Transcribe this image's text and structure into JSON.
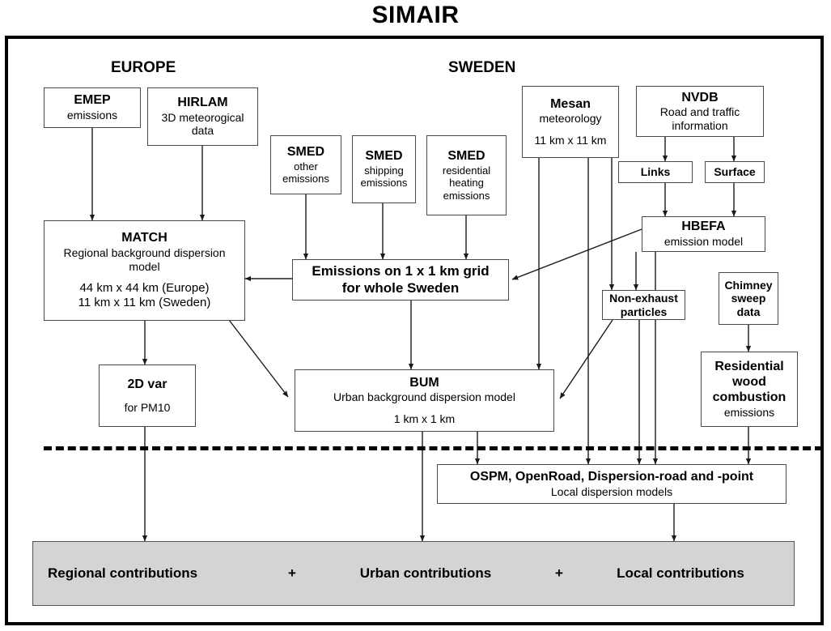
{
  "title": "SIMAIR",
  "regions": [
    {
      "id": "europe",
      "label": "EUROPE"
    },
    {
      "id": "sweden",
      "label": "SWEDEN"
    }
  ],
  "nodes": {
    "emep": {
      "title": "EMEP",
      "lines": [
        "emissions"
      ]
    },
    "hirlam": {
      "title": "HIRLAM",
      "lines": [
        "3D meteorogical",
        "data"
      ]
    },
    "smed_other": {
      "title": "SMED",
      "lines": [
        "other",
        "emissions"
      ]
    },
    "smed_ship": {
      "title": "SMED",
      "lines": [
        "shipping",
        "emissions"
      ]
    },
    "smed_res": {
      "title": "SMED",
      "lines": [
        "residential",
        "heating",
        "emissions"
      ]
    },
    "mesan": {
      "title": "Mesan",
      "lines": [
        "meteorology"
      ],
      "extra": [
        "11 km x 11 km"
      ]
    },
    "nvdb": {
      "title": "NVDB",
      "lines": [
        "Road and traffic",
        "information"
      ]
    },
    "links": {
      "title": "Links",
      "lines": []
    },
    "surface": {
      "title": "Surface",
      "lines": []
    },
    "hbefa": {
      "title": "HBEFA",
      "lines": [
        "emission model"
      ]
    },
    "match": {
      "title": "MATCH",
      "lines": [
        "Regional background dispersion",
        "model"
      ],
      "extra": [
        "44 km x 44 km (Europe)",
        "11 km x 11 km (Sweden)"
      ]
    },
    "emissions": {
      "title": "Emissions on 1 x 1 km grid",
      "lines": [
        "for whole Sweden"
      ],
      "titleOnly": true
    },
    "nonexhaust": {
      "title": "Non-exhaust",
      "lines": [],
      "title2": "particles"
    },
    "chimney": {
      "title": "Chimney",
      "lines": [],
      "title2": "sweep",
      "title3": "data"
    },
    "twodvar": {
      "title": "2D var",
      "lines": [
        "for PM10"
      ]
    },
    "bum": {
      "title": "BUM",
      "lines": [
        "Urban background dispersion model"
      ],
      "extra": [
        "1 km x 1 km"
      ]
    },
    "rwc": {
      "title": "Residential",
      "title2": "wood",
      "title3": "combustion",
      "lines": [
        "emissions"
      ]
    },
    "ospm": {
      "title": "OSPM, OpenRoad, Dispersion-road and -point",
      "lines": [
        "Local dispersion models"
      ]
    }
  },
  "results": {
    "regional": "Regional  contributions",
    "plus1": "+",
    "urban": "Urban contributions",
    "plus2": "+",
    "local": "Local contributions"
  },
  "colors": {
    "frame": "#000000",
    "box_border": "#4a4a4a",
    "results_fill": "#d4d4d4",
    "background": "#ffffff",
    "line": "#1a1a1a"
  }
}
